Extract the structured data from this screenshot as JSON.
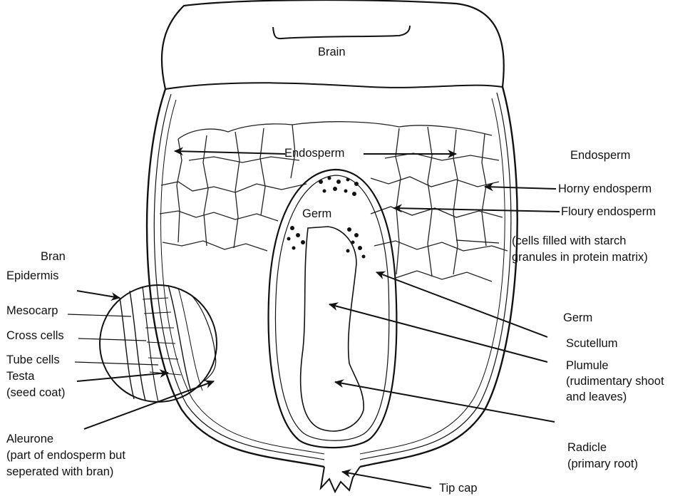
{
  "labels": {
    "brain": "Brain",
    "endosperm_inner": "Endosperm",
    "germ_inner": "Germ",
    "endosperm": "Endosperm",
    "horny_endosperm": "Horny endosperm",
    "floury_endosperm": "Floury endosperm",
    "cells_note_1": "(cells filled with starch",
    "cells_note_2": "granules in protein matrix)",
    "bran": "Bran",
    "epidermis": "Epidermis",
    "mesocarp": "Mesocarp",
    "cross_cells": "Cross cells",
    "tube_cells": "Tube cells",
    "testa": "Testa",
    "seed_coat": "(seed coat)",
    "germ": "Germ",
    "scutellum": "Scutellum",
    "plumule": "Plumule",
    "plumule_note_1": "(rudimentary shoot",
    "plumule_note_2": "and leaves)",
    "aleurone": "Aleurone",
    "aleurone_note_1": "(part of endosperm but",
    "aleurone_note_2": "seperated with bran)",
    "radicle": "Radicle",
    "radicle_note": "(primary root)",
    "tip_cap": "Tip cap"
  }
}
